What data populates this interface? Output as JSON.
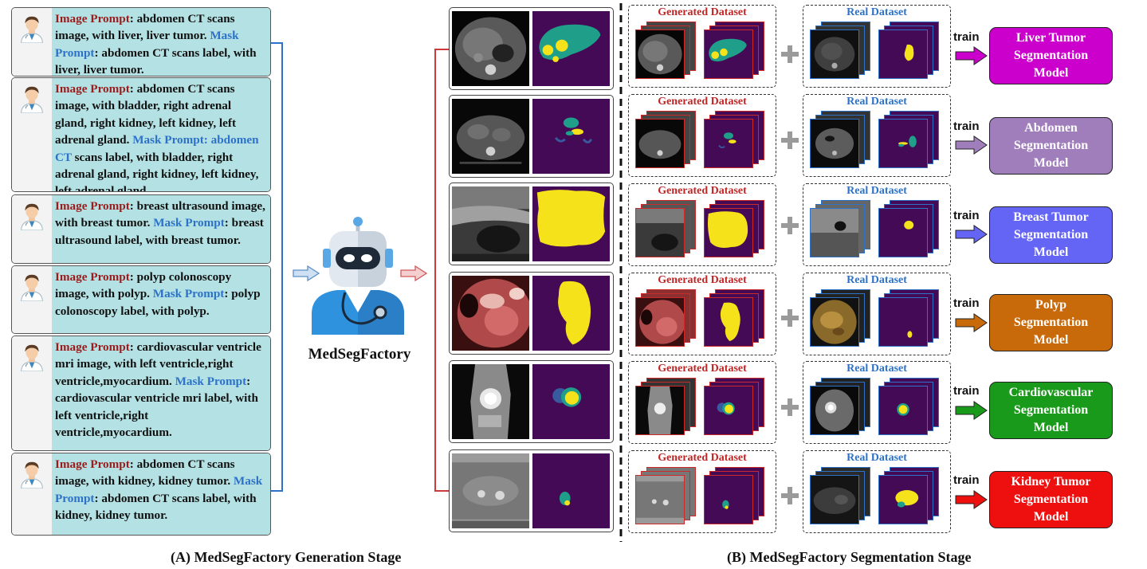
{
  "prompts": [
    {
      "image_label": "Image Prompt",
      "image_text": ": abdomen CT scans image, with liver, liver tumor. ",
      "mask_label": "Mask Prompt",
      "mask_text": ": abdomen CT scans label, with liver, liver tumor."
    },
    {
      "image_label": "Image Prompt",
      "image_text": ": abdomen CT scans image, with bladder, right adrenal gland, right kidney, left kidney, left adrenal gland. ",
      "mask_label": "Mask Prompt: abdomen CT",
      "mask_text": " scans label, with bladder, right adrenal gland, right kidney, left kidney, left adrenal gland."
    },
    {
      "image_label": "Image Prompt",
      "image_text": ": breast ultrasound image, with breast tumor. ",
      "mask_label": "Mask Prompt",
      "mask_text": ": breast ultrasound label, with breast tumor."
    },
    {
      "image_label": "Image Prompt",
      "image_text": ": polyp colonoscopy image, with polyp. ",
      "mask_label": "Mask Prompt",
      "mask_text": ": polyp colonoscopy label, with polyp."
    },
    {
      "image_label": "Image Prompt",
      "image_text": ": cardiovascular ventricle mri image, with left ventricle,right ventricle,myocardium. ",
      "mask_label": "Mask Prompt",
      "mask_text": ": cardiovascular ventricle mri label, with left ventricle,right ventricle,myocardium."
    },
    {
      "image_label": "Image Prompt",
      "image_text": ": abdomen CT scans image, with kidney, kidney tumor. ",
      "mask_label": "Mask Prompt",
      "mask_text": ": abdomen CT scans label, with kidney, kidney tumor."
    }
  ],
  "robot_label": "MedSegFactory",
  "datasets": {
    "generated_title": "Generated Dataset",
    "real_title": "Real Dataset",
    "train_label": "train"
  },
  "models": [
    {
      "line1": "Liver Tumor",
      "line2": "Segmentation",
      "line3": "Model",
      "color": "#cc00cc"
    },
    {
      "line1": "Abdomen",
      "line2": "Segmentation",
      "line3": "Model",
      "color": "#a07dbb"
    },
    {
      "line1": "Breast Tumor",
      "line2": "Segmentation",
      "line3": "Model",
      "color": "#6464f5"
    },
    {
      "line1": "Polyp",
      "line2": "Segmentation",
      "line3": "Model",
      "color": "#c8690a"
    },
    {
      "line1": "Cardiovascular",
      "line2": "Segmentation",
      "line3": "Model",
      "color": "#1a9a1a"
    },
    {
      "line1": "Kidney Tumor",
      "line2": "Segmentation",
      "line3": "Model",
      "color": "#ee0f0f"
    }
  ],
  "captions": {
    "stage_a": "(A) MedSegFactory Generation Stage",
    "stage_b": "(B) MedSegFactory Segmentation Stage"
  },
  "colors": {
    "prompt_bg": "#b4e1e3",
    "image_prompt": "#9b1c1c",
    "mask_prompt": "#2d72c8",
    "generated_frame": "#cc2a2a",
    "real_frame": "#2d72c8",
    "mask_bg": "#440a55",
    "mask_yellow": "#f5e21a",
    "mask_teal": "#1f9e8a"
  }
}
